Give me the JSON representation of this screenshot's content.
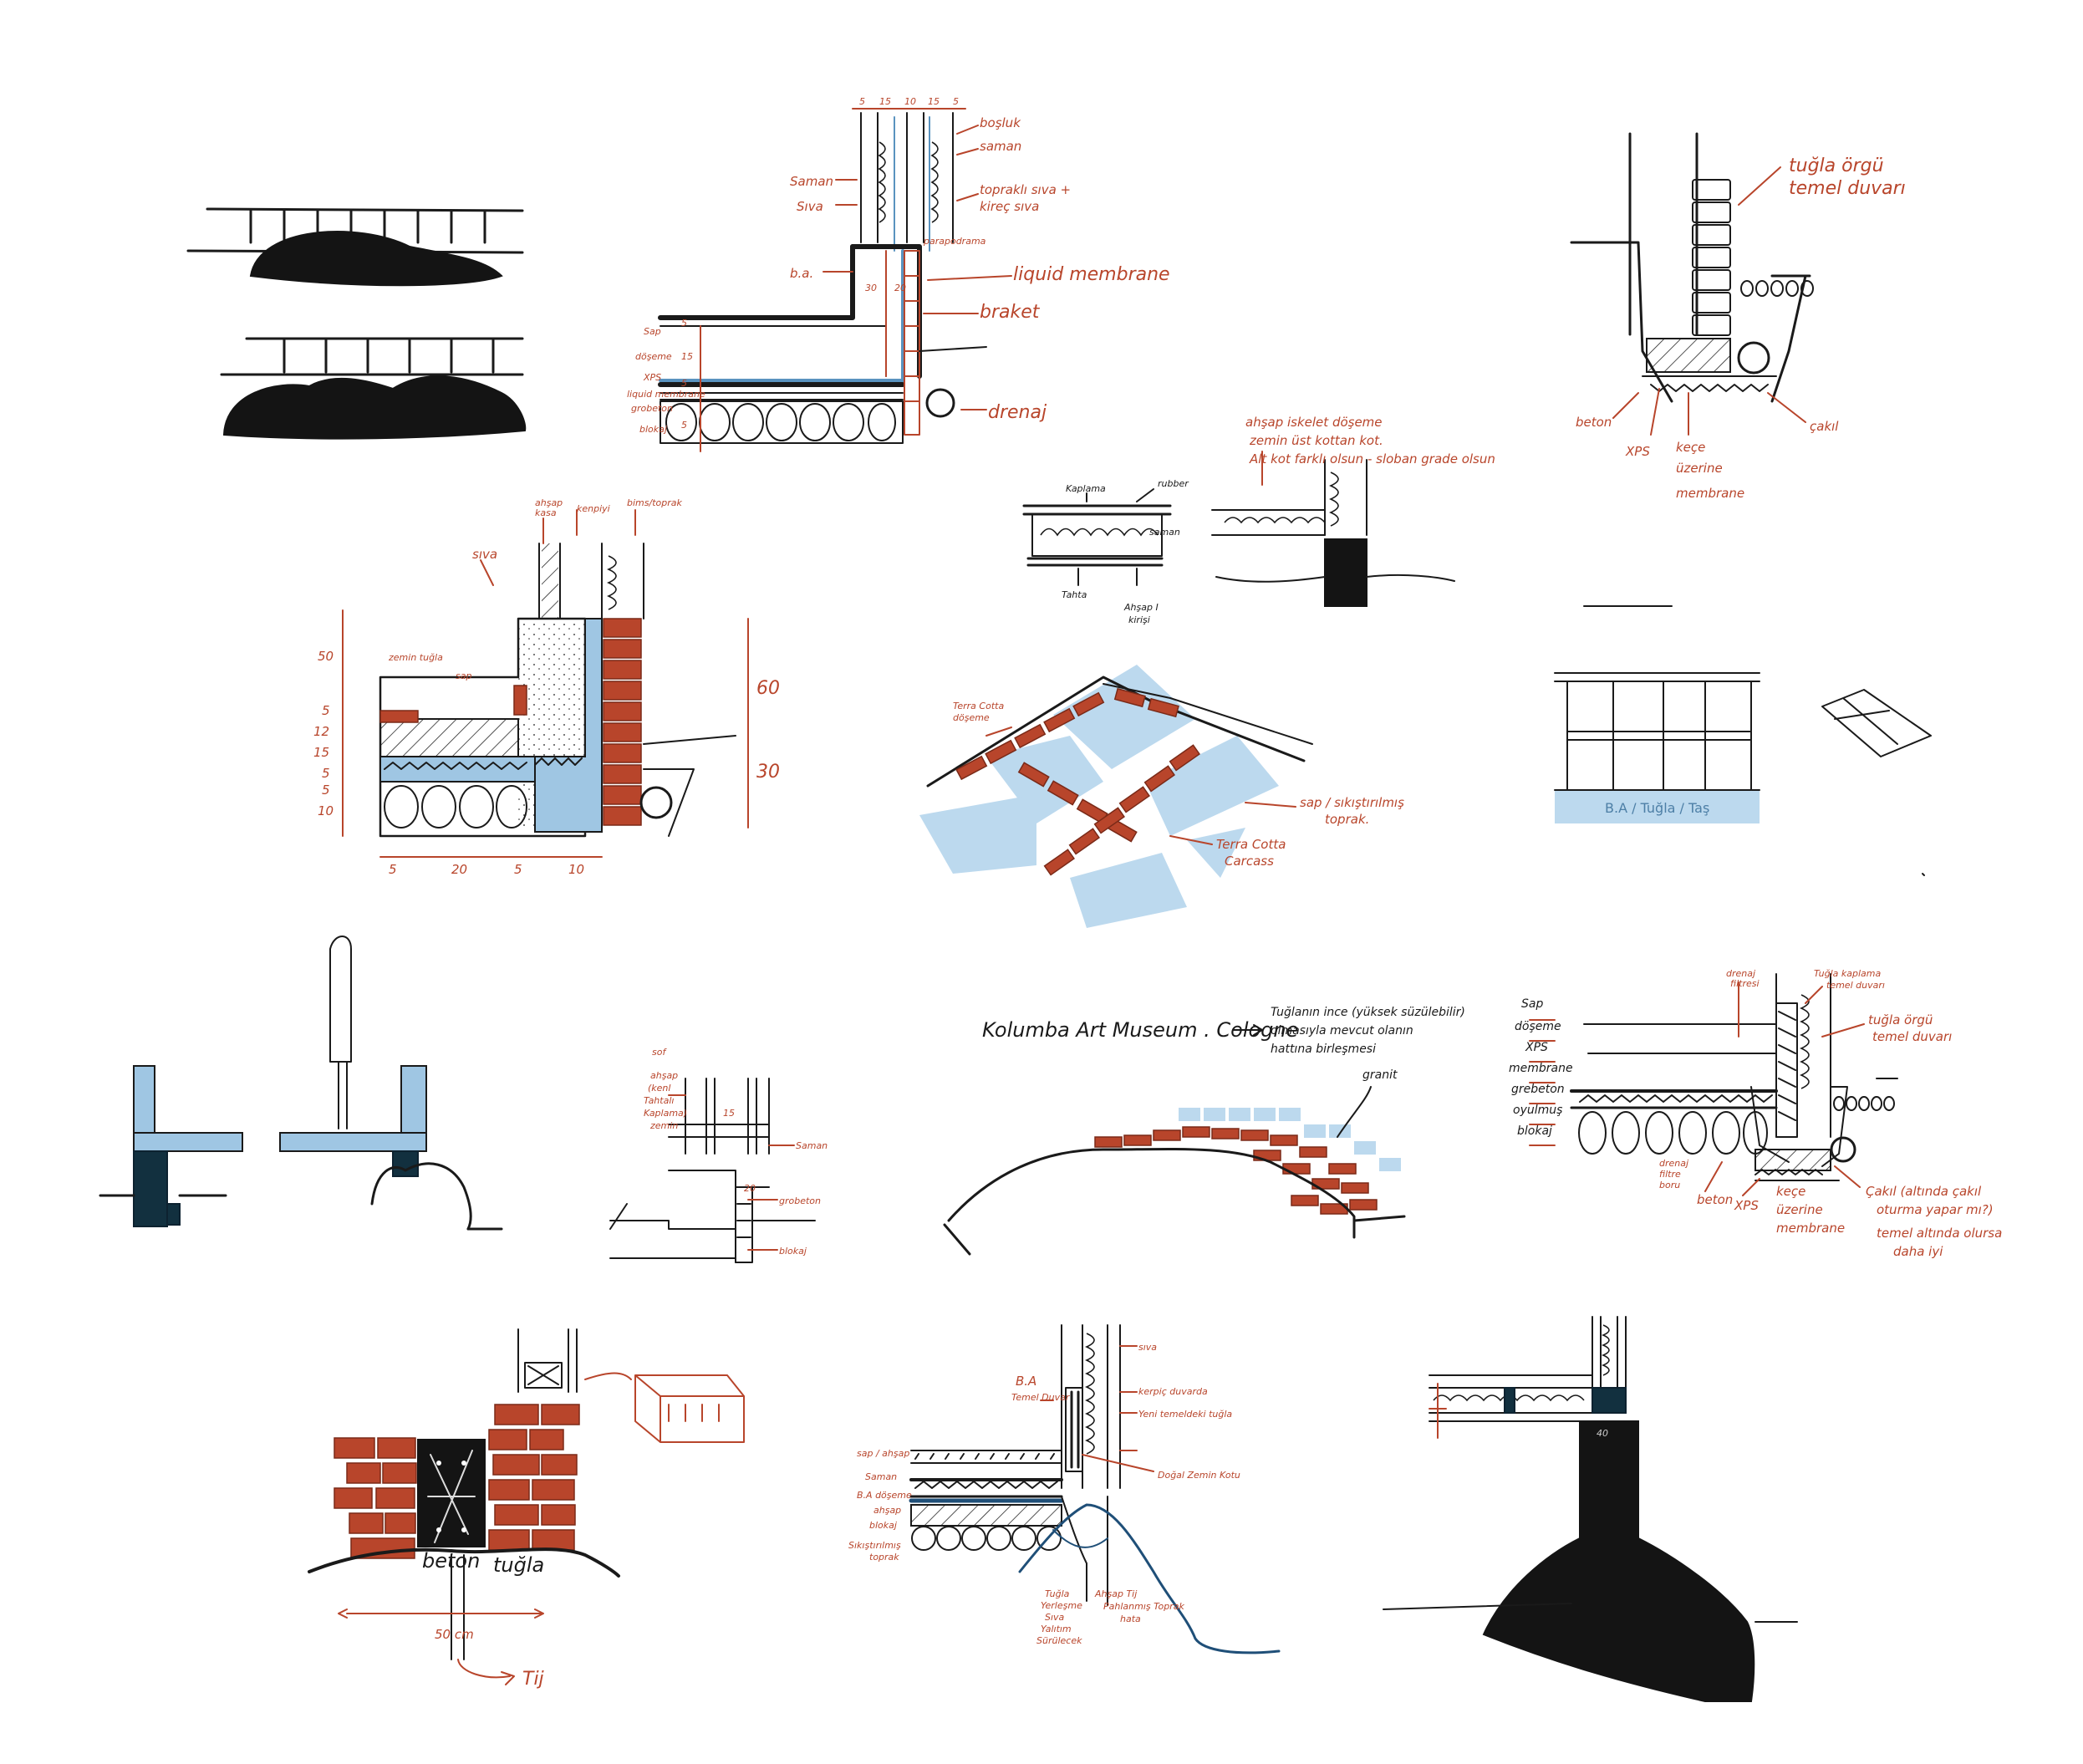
{
  "colors": {
    "ink": "#1a1a1a",
    "brick_red": "#b8452b",
    "light_blue": "#bcd9ee",
    "mid_blue": "#5a93bf",
    "navy": "#12303f"
  },
  "s2": {
    "dims": [
      "5",
      "15",
      "10",
      "15",
      "5"
    ],
    "right": [
      "boşluk",
      "saman",
      "topraklı sıva +",
      "kireç sıva",
      "liquid membrane",
      "braket",
      "drenaj"
    ],
    "left": [
      "Saman",
      "Sıva",
      "b.a.",
      "Sap",
      "döşeme",
      "XPS",
      "liquid membrane",
      "grobeton",
      "blokaj"
    ],
    "small": [
      "parapodrama",
      "30",
      "20",
      "5",
      "15",
      "5",
      "5"
    ]
  },
  "s3": [
    "tuğla örgü",
    "temel duvarı",
    "beton",
    "XPS",
    "keçe",
    "üzerine",
    "membrane",
    "çakıl"
  ],
  "s4": [
    "Kaplama",
    "rubber",
    "saman",
    "Tahta",
    "Ahşap I",
    "kirişi"
  ],
  "s5": [
    "ahşap iskelet döşeme",
    "zemin üst kottan kot.",
    "Alt kot farklı olsun - sloban grade olsun"
  ],
  "s6": {
    "top": [
      "ahşap",
      "kasa",
      "kenpiyi",
      "sıva",
      "bims/toprak",
      "zemin tuğla",
      "sap"
    ],
    "dims_left": [
      "50",
      "5",
      "12",
      "15",
      "5",
      "5",
      "10"
    ],
    "dims_right": [
      "60",
      "30"
    ],
    "dims_bottom": [
      "5",
      "20",
      "5",
      "10"
    ]
  },
  "s7": [
    "Terra Cotta",
    "döşeme",
    "sap / sıkıştırılmış",
    "toprak.",
    "Terra Cotta",
    "Carcass"
  ],
  "s8": {
    "label": "B.A / Tuğla / Taş"
  },
  "s9": {
    "title": "Kolumba Art Museum . Cologne",
    "notes": [
      "Tuğlanın ince (yüksek süzülebilir)",
      "olmasıyla mevcut olanın",
      "hattına birleşmesi"
    ],
    "grant": "granit"
  },
  "s10": [
    "sof",
    "ahşap",
    "(kenl",
    "Tahtalı",
    "Kaplama)",
    "zemin",
    "15",
    "20",
    "Saman",
    "grobeton",
    "blokaj"
  ],
  "s11": {
    "top": [
      "drenaj",
      "filtresi",
      "Tuğla kaplama",
      "temel duvarı",
      "tuğla örgü",
      "temel duvarı"
    ],
    "left": [
      "Sap",
      "döşeme",
      "XPS",
      "membrane",
      "grebeton",
      "oyulmuş",
      "blokaj"
    ],
    "bottom": [
      "drenaj",
      "filtre",
      "boru",
      "beton",
      "XPS",
      "keçe",
      "üzerine",
      "membrane"
    ],
    "notes": [
      "Çakıl (altında çakıl",
      "oturma yapar mı?)",
      "temel altında olursa",
      "daha iyi"
    ]
  },
  "s12": {
    "labels": [
      "beton",
      "tuğla",
      "50 cm",
      "Tij"
    ]
  },
  "s13": {
    "left": [
      "B.A",
      "Temel Duvar",
      "sap / ahşap",
      "Saman",
      "B.A döşeme",
      "ahşap",
      "blokaj",
      "Sıkıştırılmış",
      "toprak"
    ],
    "right": [
      "sıva",
      "kerpiç duvarda",
      "Yeni temeldeki tuğla",
      "Doğal Zemin Kotu",
      "Ahşap Tij",
      "Pahlanmış Toprak",
      "hata"
    ],
    "bottom": [
      "Tuğla",
      "Yerleşme",
      "Sıva",
      "Yalıtım",
      "Sürülecek"
    ]
  },
  "s14": {
    "label": "40"
  }
}
